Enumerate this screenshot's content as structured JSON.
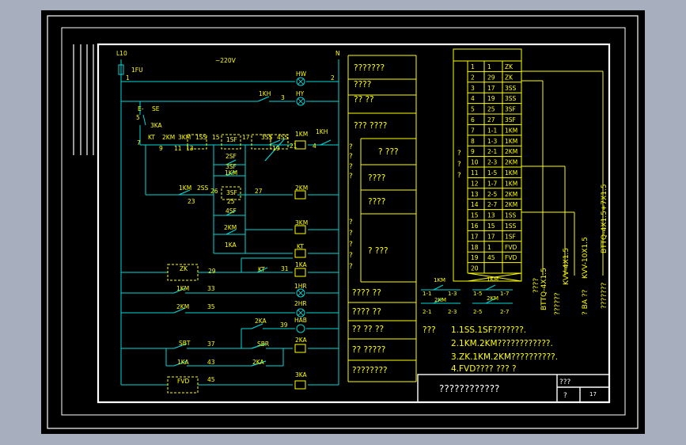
{
  "colors": {
    "bg": "#a7aebd",
    "paper": "#000000",
    "frame": "#ffffff",
    "wire": "#00d8d8",
    "text": "#ffff00",
    "table": "#ffff00"
  },
  "circuit": {
    "supply_l": "L10",
    "supply_n": "N",
    "voltage": "~220V",
    "fuse": "1FU",
    "node1": "1",
    "node2": "2",
    "node3": "3",
    "se": "SE",
    "se_dash": "E-",
    "se_node": "5",
    "ka3": "3KA",
    "kt": "KT",
    "n7": "7",
    "n9": "9",
    "n11": "11",
    "n13": "13",
    "km2a": "2KM",
    "km3a": "3KM",
    "ss1": "1SS",
    "n15": "15",
    "sf1": "1SF",
    "n17": "17",
    "ss3": "3SS",
    "ss4": "4SS",
    "n21": "21",
    "n19": "19",
    "n4": "4",
    "km1_coil": "1KM",
    "kh1a": "1KH",
    "kh1b": "1KH",
    "sf2": "2SF",
    "km1b": "1KM",
    "sf3a": "3SF",
    "km1c": "1KM",
    "ss2": "2SS",
    "n26": "26",
    "n23": "23",
    "n25": "25",
    "n27": "27",
    "sf3b": "3SF",
    "km2_coil": "2KM",
    "sf4": "4SF",
    "km2b": "2KM",
    "km3_coil": "3KM",
    "ka1a": "1KA",
    "kt_coil": "KT",
    "zk": "ZK",
    "n29": "29",
    "kt2": "KT",
    "n31": "31",
    "ka1_coil": "1KA",
    "km1d": "1KM",
    "n33": "33",
    "hr1": "1HR",
    "km2c": "2KM",
    "n35": "35",
    "hr2": "2HR",
    "ka2a": "2KA",
    "n39": "39",
    "hab": "HAB",
    "sbt": "SBT",
    "n37": "37",
    "sbr": "SBR",
    "ka2_coil": "2KA",
    "ka1b": "1KA",
    "n43": "43",
    "ka2b": "2KA",
    "fvd": "FVD",
    "n45": "45",
    "ka3_coil": "3KA",
    "hw": "HW",
    "hy": "HY"
  },
  "function_column": [
    "???????",
    "????",
    "?? ??",
    "??? ????",
    "? ???",
    "????",
    "????",
    "? ???",
    "???? ??",
    "???? ??",
    "?? ?? ??",
    "?? ?????",
    "????????"
  ],
  "side_marks": [
    "?",
    "?",
    "?",
    "?",
    "?",
    "?",
    "?",
    "?",
    "?"
  ],
  "terminal_table": {
    "rows": [
      [
        "1",
        "1",
        "ZK"
      ],
      [
        "2",
        "29",
        "ZK"
      ],
      [
        "3",
        "17",
        "3SS"
      ],
      [
        "4",
        "19",
        "3SS"
      ],
      [
        "5",
        "25",
        "3SF"
      ],
      [
        "6",
        "27",
        "3SF"
      ],
      [
        "7",
        "1-1",
        "1KM"
      ],
      [
        "8",
        "1-3",
        "1KM"
      ],
      [
        "9",
        "2-1",
        "2KM"
      ],
      [
        "10",
        "2-3",
        "2KM"
      ],
      [
        "11",
        "1-5",
        "1KM"
      ],
      [
        "12",
        "1-7",
        "1KM"
      ],
      [
        "13",
        "2-5",
        "2KM"
      ],
      [
        "14",
        "2-7",
        "2KM"
      ],
      [
        "15",
        "13",
        "1SS"
      ],
      [
        "16",
        "15",
        "1SS"
      ],
      [
        "17",
        "17",
        "1SF"
      ],
      [
        "18",
        "1",
        "FVD"
      ],
      [
        "19",
        "45",
        "FVD"
      ],
      [
        "20",
        "",
        ""
      ]
    ],
    "left_marks": [
      "?",
      "?",
      "?"
    ]
  },
  "cables": [
    "BTTQ-4X1.5",
    "KVV-4X1.5",
    "KVV-10X1.5",
    "BTTQ-4X1.5+7X1.5"
  ],
  "cable_notes": [
    "????",
    "??????",
    "? BA ??",
    "???????"
  ],
  "contact_detail": {
    "km1": "1KM",
    "km1_top": "1KM",
    "km2": "2KM",
    "km2_top": "2KM",
    "t11": "1-1",
    "t13": "1-3",
    "t21": "2-1",
    "t23": "2-3",
    "t15": "1-5",
    "t17": "1-7",
    "t25": "2-5",
    "t27": "2-7"
  },
  "notes": {
    "heading": "???",
    "lines": [
      "1.1SS.1SF???????.",
      "2.1KM.2KM????????????.",
      "3.ZK.1KM.2KM??????????.",
      "4.FVD???? ???      ?"
    ]
  },
  "title_block": {
    "title": "????????????",
    "cell1": "???",
    "cell2": "?",
    "sheet": "17"
  }
}
